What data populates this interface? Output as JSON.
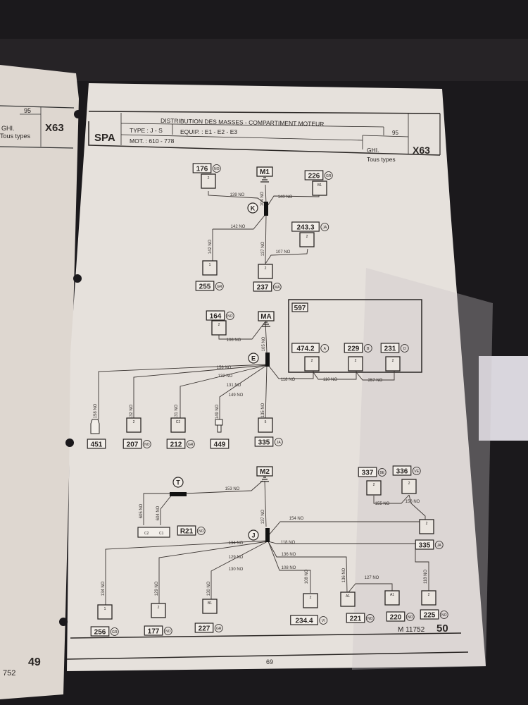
{
  "left_page": {
    "year": "95",
    "vehicle": "GHI.",
    "types": "Tous types",
    "code": "X63",
    "doc_fragment": "752",
    "page_number": "49"
  },
  "header": {
    "brand": "SPA",
    "title": "DISTRIBUTION DES MASSES - COMPARTIMENT MOTEUR",
    "type": "TYPE : J - S",
    "equip": "EQUIP. : E1 - E2 - E3",
    "motor": "MOT. : 610 - 778",
    "year": "95",
    "vehicle": "GHI.",
    "types": "Tous types",
    "code": "X63"
  },
  "grounds": [
    {
      "id": "m1",
      "label": "M1"
    },
    {
      "id": "ma",
      "label": "MA"
    },
    {
      "id": "m2",
      "label": "M2"
    }
  ],
  "splices": [
    {
      "id": "k",
      "label": "K"
    },
    {
      "id": "e",
      "label": "E"
    },
    {
      "id": "t",
      "label": "T"
    },
    {
      "id": "j",
      "label": "J"
    }
  ],
  "module": {
    "id": "597",
    "label": "597"
  },
  "components": [
    {
      "id": "c176",
      "number": "176",
      "color": "NO",
      "pin": "2"
    },
    {
      "id": "c226",
      "number": "226",
      "color": "GR",
      "pin": "B1"
    },
    {
      "id": "c243",
      "number": "243.3",
      "color": "JA",
      "pin": "2"
    },
    {
      "id": "c255",
      "number": "255",
      "color": "GR",
      "pin": "1"
    },
    {
      "id": "c237",
      "number": "237",
      "color": "MA",
      "pin": "2"
    },
    {
      "id": "c164",
      "number": "164",
      "color": "NO",
      "pin": "2"
    },
    {
      "id": "c474",
      "number": "474.2",
      "color": "A",
      "pin": "2"
    },
    {
      "id": "c229",
      "number": "229",
      "color": "B",
      "pin": "2"
    },
    {
      "id": "c231",
      "number": "231",
      "color": "D",
      "pin": "2"
    },
    {
      "id": "c451",
      "number": "451",
      "color": "",
      "pin": ""
    },
    {
      "id": "c207",
      "number": "207",
      "color": "NO",
      "pin": "2"
    },
    {
      "id": "c212",
      "number": "212",
      "color": "GR",
      "pin": "C2"
    },
    {
      "id": "c449",
      "number": "449",
      "color": "",
      "pin": ""
    },
    {
      "id": "c335a",
      "number": "335",
      "color": "JA",
      "pin": "5"
    },
    {
      "id": "r21",
      "number": "R21",
      "color": "NO",
      "pin": "C2",
      "pin2": "C1"
    },
    {
      "id": "c337",
      "number": "337",
      "color": "BE",
      "pin": "2"
    },
    {
      "id": "c336",
      "number": "336",
      "color": "VE",
      "pin": "2"
    },
    {
      "id": "c335b",
      "number": "335",
      "color": "JA",
      "pin": "2"
    },
    {
      "id": "c256",
      "number": "256",
      "color": "GR",
      "pin": "1"
    },
    {
      "id": "c177",
      "number": "177",
      "color": "NO",
      "pin": "2"
    },
    {
      "id": "c227",
      "number": "227",
      "color": "GR",
      "pin": "B1"
    },
    {
      "id": "c234",
      "number": "234.4",
      "color": "VI",
      "pin": "2"
    },
    {
      "id": "c221",
      "number": "221",
      "color": "NO",
      "pin": "A1"
    },
    {
      "id": "c220",
      "number": "220",
      "color": "NO",
      "pin": "A1"
    },
    {
      "id": "c225",
      "number": "225",
      "color": "NO",
      "pin": "2"
    }
  ],
  "wires": [
    {
      "id": "w139",
      "label": "139 NO"
    },
    {
      "id": "w104",
      "label": "104 NO"
    },
    {
      "id": "w140",
      "label": "140 NO"
    },
    {
      "id": "w142a",
      "label": "142 NO"
    },
    {
      "id": "w142b",
      "label": "142 NO"
    },
    {
      "id": "w137a",
      "label": "137 NO"
    },
    {
      "id": "w107",
      "label": "107 NO"
    },
    {
      "id": "w106",
      "label": "106 NO"
    },
    {
      "id": "w105",
      "label": "105 NO"
    },
    {
      "id": "w158",
      "label": "158 NO"
    },
    {
      "id": "w132",
      "label": "132 NO"
    },
    {
      "id": "w131",
      "label": "131 NO"
    },
    {
      "id": "w149",
      "label": "149 NO"
    },
    {
      "id": "w135",
      "label": "135 NO"
    },
    {
      "id": "w118a",
      "label": "118 NO"
    },
    {
      "id": "w110",
      "label": "110 NO"
    },
    {
      "id": "w357",
      "label": "357 NO"
    },
    {
      "id": "w153",
      "label": "153 NO"
    },
    {
      "id": "w605",
      "label": "605 NO"
    },
    {
      "id": "w604",
      "label": "604 NO"
    },
    {
      "id": "w137b",
      "label": "137 NO"
    },
    {
      "id": "w154",
      "label": "154 NO"
    },
    {
      "id": "w155",
      "label": "155 NO"
    },
    {
      "id": "w156",
      "label": "156 NO"
    },
    {
      "id": "w134",
      "label": "134 NO"
    },
    {
      "id": "w129",
      "label": "129 NO"
    },
    {
      "id": "w130",
      "label": "130 NO"
    },
    {
      "id": "w108",
      "label": "108 NO"
    },
    {
      "id": "w136",
      "label": "136 NO"
    },
    {
      "id": "w118b",
      "label": "118 NO"
    },
    {
      "id": "w127",
      "label": "127 NO"
    }
  ],
  "footer": {
    "reference": "M 11752",
    "diagram_number": "50",
    "page_number": "69"
  }
}
